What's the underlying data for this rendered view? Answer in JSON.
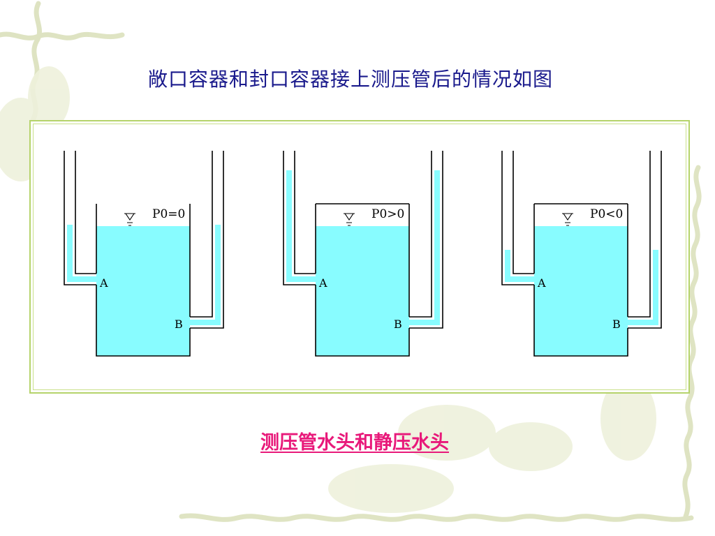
{
  "slide": {
    "title": "敞口容器和封口容器接上测压管后的情况如图",
    "caption": "测压管水头和静压水头"
  },
  "colors": {
    "water": "#88fcff",
    "title": "#1a1a8c",
    "caption": "#e8197a",
    "frame": "#b5d36a"
  },
  "panels": [
    {
      "pressure_label": "P0=0",
      "point_a": "A",
      "point_b": "B",
      "surface_icon": "free-surface-icon"
    },
    {
      "pressure_label": "P0>0",
      "point_a": "A",
      "point_b": "B",
      "surface_icon": "free-surface-icon"
    },
    {
      "pressure_label": "P0<0",
      "point_a": "A",
      "point_b": "B",
      "surface_icon": "free-surface-icon"
    }
  ]
}
